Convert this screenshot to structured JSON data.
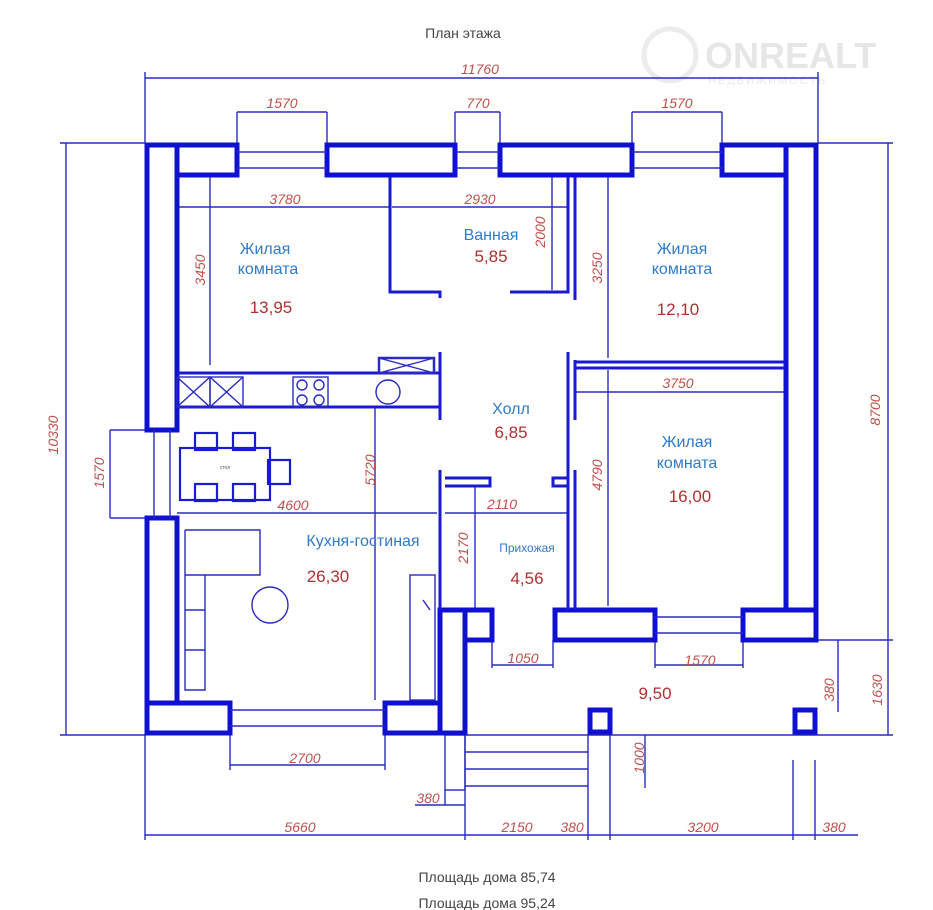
{
  "title": "План этажа",
  "watermark": {
    "brand": "ONREALT",
    "sub": "НЕДВИЖИМОСТЬ"
  },
  "rooms": [
    {
      "name_line1": "Жилая",
      "name_line2": "комната",
      "area": "13,95"
    },
    {
      "name_line1": "Ванная",
      "area": "5,85"
    },
    {
      "name_line1": "Жилая",
      "name_line2": "комната",
      "area": "12,10"
    },
    {
      "name_line1": "Холл",
      "area": "6,85"
    },
    {
      "name_line1": "Жилая",
      "name_line2": "комната",
      "area": "16,00"
    },
    {
      "name_line1": "Кухня-гостиная",
      "area": "26,30"
    },
    {
      "name_line1": "Прихожая",
      "area": "4,56"
    },
    {
      "area": "9,50"
    }
  ],
  "table_label": "стол",
  "dimensions": {
    "total_width": "11760",
    "top_win1": "1570",
    "top_win2": "770",
    "top_win3": "1570",
    "room1_w": "3780",
    "bath_w": "2930",
    "room3_w": "3750",
    "bath_h": "2000",
    "room1_h": "3450",
    "room2_h": "3250",
    "kitchen_h": "5720",
    "room3_h": "4790",
    "hall_h": "2170",
    "left_win": "1570",
    "total_height": "10330",
    "right_h": "8700",
    "porch_h": "1630",
    "porch_col": "380",
    "steps_h": "1000",
    "kitchen_w": "4600",
    "hall_w": "2110",
    "door_w": "1050",
    "bottom_win": "1570",
    "kitchen_win": "2700",
    "step_380": "380",
    "bottom": [
      "5660",
      "2150",
      "380",
      "3200",
      "380"
    ]
  },
  "footer": {
    "area1": "Площадь дома  85,74",
    "area2": "Площадь дома  95,24"
  }
}
